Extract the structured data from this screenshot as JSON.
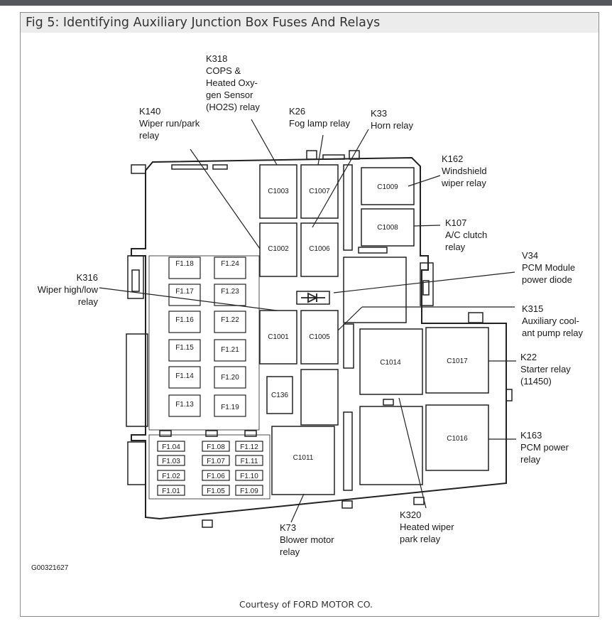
{
  "caption": "Fig 5: Identifying Auxiliary Junction Box Fuses And Relays",
  "credit": "Courtesy of FORD MOTOR CO.",
  "figure_code": "G00321627",
  "callouts": {
    "k318": [
      "K318",
      "COPS &",
      "Heated Oxy-",
      "gen Sensor",
      "(HO2S) relay"
    ],
    "k140": [
      "K140",
      "Wiper run/park",
      "relay"
    ],
    "k26": [
      "K26",
      "Fog lamp relay"
    ],
    "k33": [
      "K33",
      "Horn relay"
    ],
    "k162": [
      "K162",
      "Windshield",
      "wiper relay"
    ],
    "k107": [
      "K107",
      "A/C clutch",
      "relay"
    ],
    "v34": [
      "V34",
      "PCM Module",
      "power diode"
    ],
    "k316": [
      "K316",
      "Wiper high/low",
      "relay"
    ],
    "k315": [
      "K315",
      "Auxiliary cool-",
      "ant pump relay"
    ],
    "k22": [
      "K22",
      "Starter relay",
      "(11450)"
    ],
    "k163": [
      "K163",
      "PCM power",
      "relay"
    ],
    "k320": [
      "K320",
      "Heated wiper",
      "park relay"
    ],
    "k73": [
      "K73",
      "Blower motor",
      "relay"
    ]
  },
  "relays": {
    "c1003": "C1003",
    "c1007": "C1007",
    "c1009": "C1009",
    "c1008": "C1008",
    "c1002": "C1002",
    "c1006": "C1006",
    "c1001": "C1001",
    "c1005": "C1005",
    "c136": "C136",
    "c1014": "C1014",
    "c1017": "C1017",
    "c1016": "C1016",
    "c1011": "C1011"
  },
  "fuses": {
    "f118": "F1.18",
    "f124": "F1.24",
    "f117": "F1.17",
    "f123": "F1.23",
    "f116": "F1.16",
    "f122": "F1.22",
    "f115": "F1.15",
    "f121": "F1.21",
    "f114": "F1.14",
    "f120": "F1.20",
    "f113": "F1.13",
    "f119": "F1.19",
    "f104": "F1.04",
    "f108": "F1.08",
    "f112": "F1.12",
    "f103": "F1.03",
    "f107": "F1.07",
    "f111": "F1.11",
    "f102": "F1.02",
    "f106": "F1.06",
    "f110": "F1.10",
    "f101": "F1.01",
    "f105": "F1.05",
    "f109": "F1.09"
  }
}
